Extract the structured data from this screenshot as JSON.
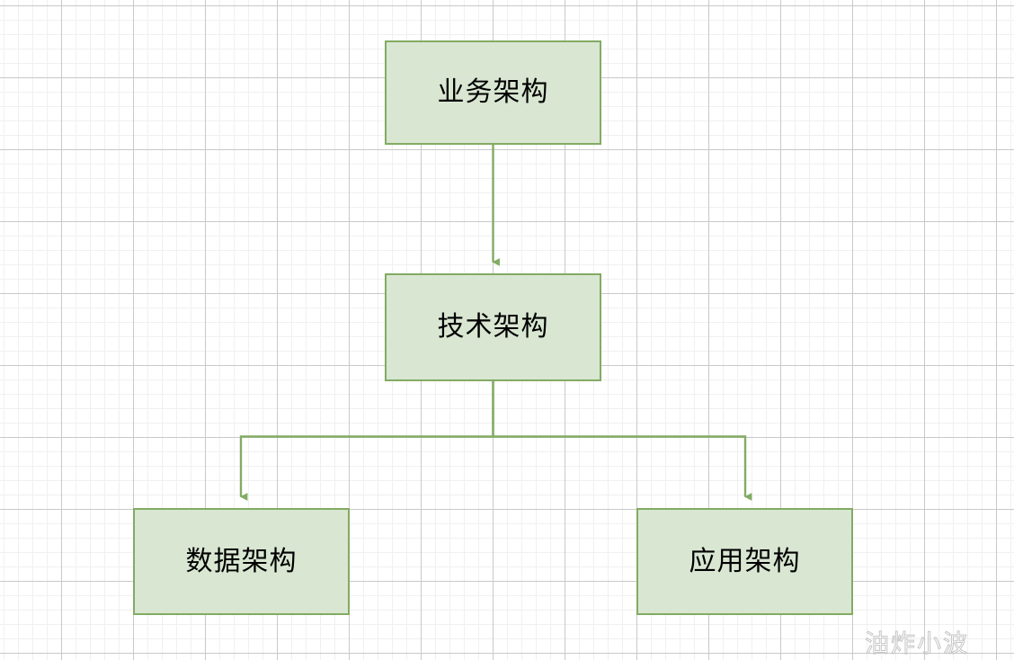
{
  "diagram": {
    "title": "",
    "type": "flowchart",
    "style": {
      "node_fill": "#d9e6d2",
      "node_border": "#82ab63",
      "edge_color": "#82ab63",
      "text_color": "#000000",
      "canvas_background": "#ffffff",
      "grid_minor_color": "#f0f0f0",
      "grid_major_color": "#c9c9c9"
    },
    "nodes": [
      {
        "id": "business",
        "label": "业务架构"
      },
      {
        "id": "tech",
        "label": "技术架构"
      },
      {
        "id": "data",
        "label": "数据架构"
      },
      {
        "id": "app",
        "label": "应用架构"
      }
    ],
    "edges": [
      {
        "from": "business",
        "to": "tech",
        "style": "straight-arrow"
      },
      {
        "from": "tech",
        "to": "data",
        "style": "orthogonal-arrow"
      },
      {
        "from": "tech",
        "to": "app",
        "style": "orthogonal-arrow"
      }
    ]
  },
  "watermark": {
    "text": "油炸小波"
  }
}
